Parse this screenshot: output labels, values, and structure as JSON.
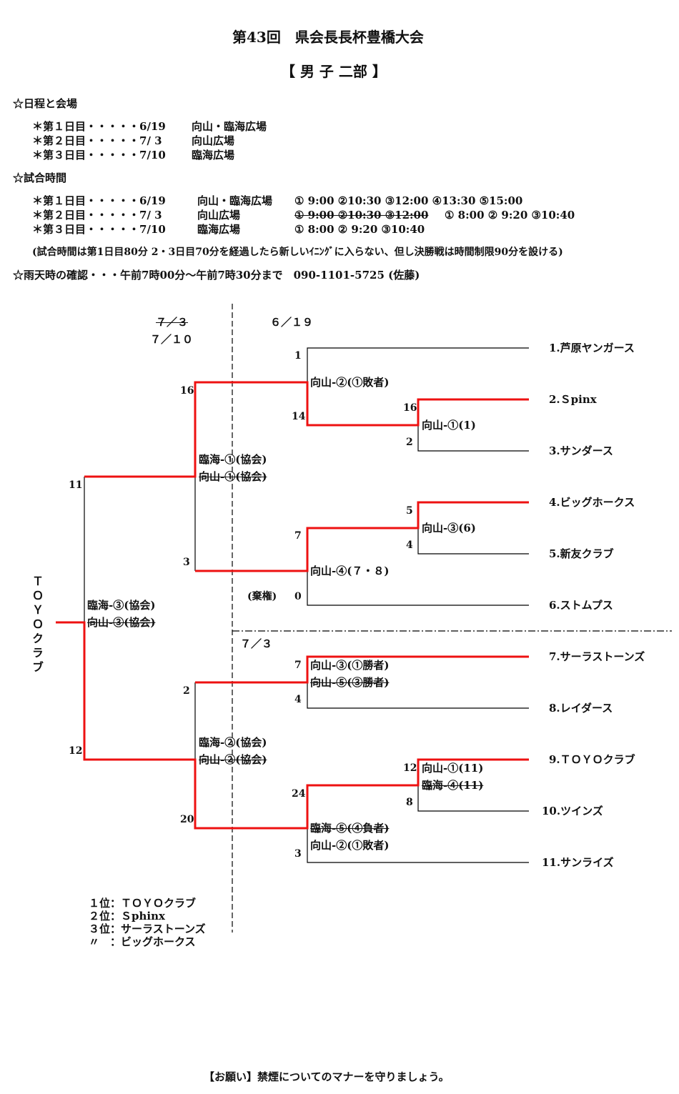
{
  "header": {
    "title": "第43回　県会長長杯豊橋大会",
    "division": "【 男 子 二部 】"
  },
  "schedule": {
    "heading": "☆日程と会場",
    "rows": [
      {
        "day": "＊第１日目・・・・・6/19",
        "venue": "向山・臨海広場"
      },
      {
        "day": "＊第２日目・・・・・7/ 3",
        "venue": "向山広場"
      },
      {
        "day": "＊第３日目・・・・・7/10",
        "venue": "臨海広場"
      }
    ]
  },
  "times": {
    "heading": "☆試合時間",
    "rows": [
      {
        "day": "＊第１日目・・・・・6/19",
        "venue": "向山・臨海広場",
        "struck": "",
        "times": "① 9:00 ②10:30 ③12:00 ④13:30 ⑤15:00"
      },
      {
        "day": "＊第２日目・・・・・7/ 3",
        "venue": "向山広場",
        "struck": "① 9:00 ②10:30 ③12:00",
        "times": "① 8:00 ② 9:20 ③10:40"
      },
      {
        "day": "＊第３日目・・・・・7/10",
        "venue": "臨海広場",
        "struck": "",
        "times": "① 8:00 ② 9:20 ③10:40"
      }
    ],
    "note": "(試合時間は第1日目80分 2・3日目70分を経過したら新しいｲﾆﾝｸﾞに入らない、但し決勝戦は時間制限90分を設ける)"
  },
  "rain": "☆雨天時の確認・・・午前7時00分～午前7時30分まで　090-1101-5725 (佐藤)",
  "bracket": {
    "dates": {
      "old_final": "７／３",
      "final": "７／１０",
      "day1": "６／１９",
      "day2": "７／３"
    },
    "teams": [
      "1.芦原ヤンガース",
      "2.Ｓpinx",
      "3.サンダース",
      "4.ビッグホークス",
      "5.新友クラブ",
      "6.ストムプス",
      "7.サーラストーンズ",
      "8.レイダース",
      "9.ＴＯＹＯクラブ",
      "10.ツインズ",
      "11.サンライズ"
    ],
    "champion": "ＴＯＹＯクラブ",
    "forfeit": "(棄権)",
    "scores": [
      "16",
      "2",
      "5",
      "4",
      "12",
      "8",
      "1",
      "14",
      "7",
      "0",
      "7",
      "4",
      "24",
      "3",
      "16",
      "3",
      "2",
      "20",
      "11",
      "12"
    ],
    "venues": {
      "m_a": "向山-①(1)",
      "m_b": "向山-③(6)",
      "m_c1": "向山-①(11)",
      "m_c2": "臨海-④(11)",
      "m_d": "向山-②(①敗者)",
      "m_e": "向山-④(７・８)",
      "m_f1": "向山-③(①勝者)",
      "m_f2": "向山-⑤(③勝者)",
      "m_g1": "臨海-⑤(④負者)",
      "m_g2": "向山-②(①敗者)",
      "m_h1": "臨海-①(協会)",
      "m_h2": "向山-①(協会)",
      "m_i1": "臨海-②(協会)",
      "m_i2": "向山-②(協会)",
      "m_j1": "臨海-③(協会)",
      "m_j2": "向山-③(協会)"
    }
  },
  "results": [
    "１位：ＴＯＹＯクラブ",
    "２位：Ｓphinx",
    "３位：サーラストーンズ",
    "〃　：ビッグホークス"
  ],
  "footer": "【お願い】禁煙についてのマナーを守りましょう。",
  "colors": {
    "winner_line": "#ee1111",
    "line": "#000000"
  }
}
